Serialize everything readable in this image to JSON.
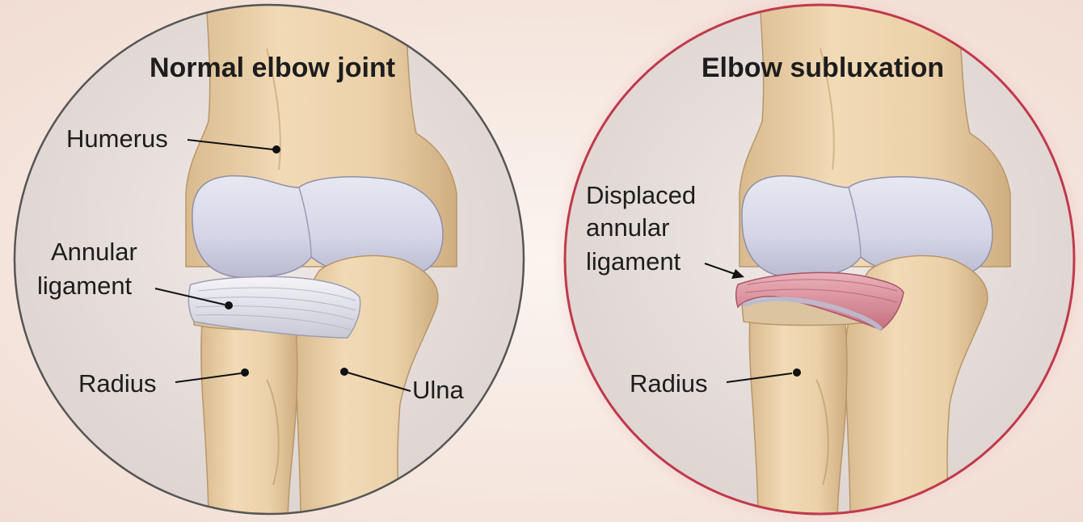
{
  "panels": {
    "normal": {
      "title": "Normal elbow joint",
      "labels": {
        "humerus": "Humerus",
        "annular_line1": "Annular",
        "annular_line2": "ligament",
        "radius": "Radius",
        "ulna": "Ulna"
      }
    },
    "subluxation": {
      "title": "Elbow subluxation",
      "labels": {
        "displaced_line1": "Displaced",
        "displaced_line2": "annular",
        "displaced_line3": "ligament",
        "radius": "Radius"
      }
    }
  },
  "colors": {
    "background": "#f6ece5",
    "circle_fill": "#e9e1dd",
    "circle_stroke_normal": "#555555",
    "circle_stroke_subluxation": "#c0394b",
    "title_normal": "#1d1d1d",
    "title_subluxation": "#c0394b",
    "bone": "#ecd2aa",
    "bone_shadow": "#d2b486",
    "cartilage": "#d9d9ea",
    "ligament_normal": "#e4e4ec",
    "ligament_displaced": "#dc9aa6"
  }
}
